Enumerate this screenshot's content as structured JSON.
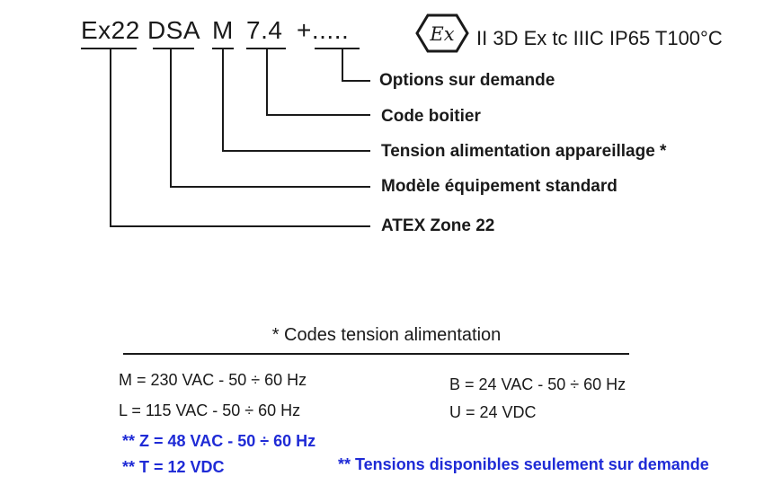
{
  "product_code": {
    "parts": [
      "Ex22",
      "DSA",
      "M",
      "7.4",
      "+....."
    ]
  },
  "certification": {
    "mark_text": "Ex",
    "marking": "II 3D Ex tc IIIC IP65 T100°C"
  },
  "legend": [
    "Options sur demande",
    "Code boitier",
    "Tension alimentation appareillage *",
    "Modèle équipement standard",
    "ATEX Zone 22"
  ],
  "voltage_table": {
    "title": "* Codes tension alimentation",
    "left_codes": [
      "M = 230 VAC - 50 ÷ 60 Hz",
      "L = 115 VAC - 50 ÷ 60 Hz"
    ],
    "right_codes": [
      "B = 24 VAC - 50 ÷ 60 Hz",
      "U = 24 VDC"
    ],
    "on_request_codes": [
      "** Z = 48 VAC - 50 ÷ 60 Hz",
      "** T = 12 VDC"
    ],
    "on_request_note": "** Tensions disponibles seulement sur demande"
  },
  "colors": {
    "text": "#1a1a1a",
    "accent_blue": "#1f2bd6",
    "background": "#ffffff"
  }
}
